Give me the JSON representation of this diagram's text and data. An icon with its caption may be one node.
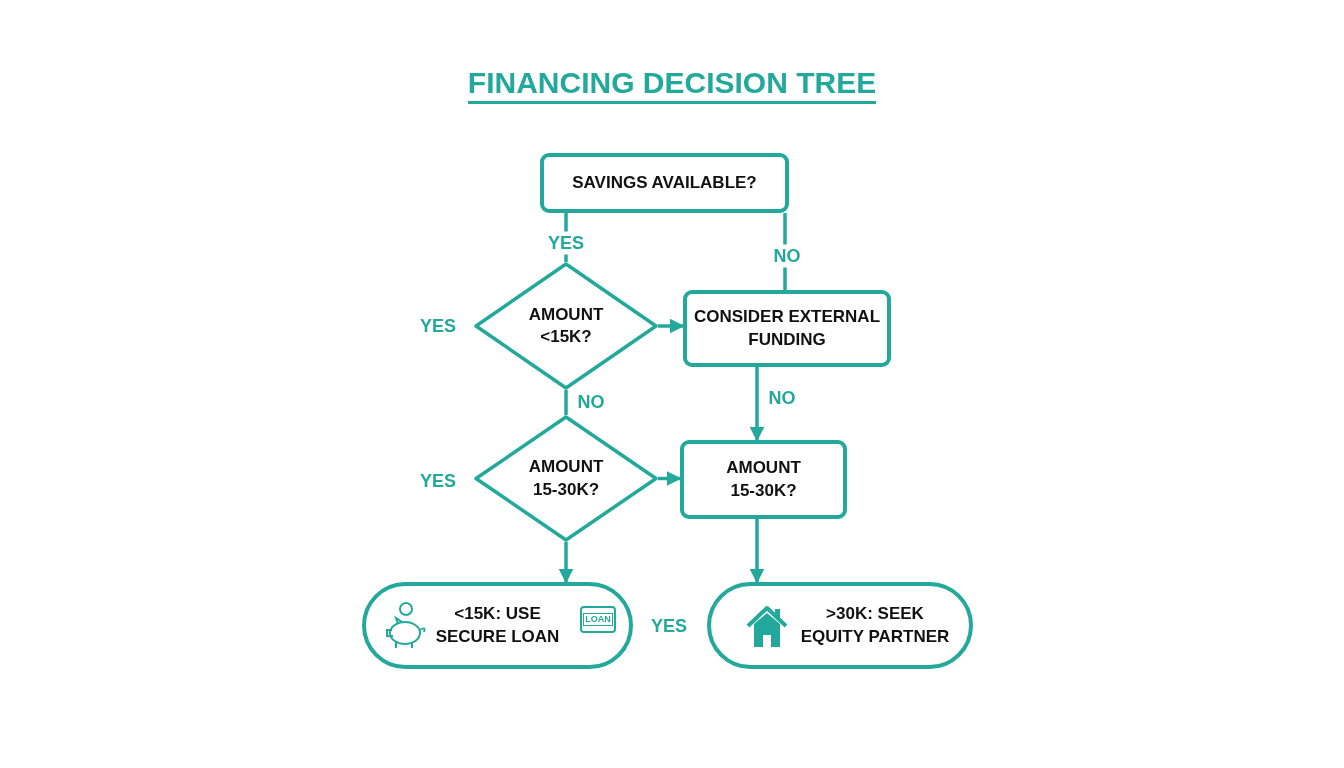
{
  "diagram": {
    "title": "FINANCING DECISION TREE",
    "nodes": [
      {
        "text": [
          "SAVINGS AVAILABLE?"
        ]
      },
      {
        "text": [
          "AMOUNT <15K?"
        ]
      },
      {
        "text": [
          "CONSIDER EXTERNAL FUNDING"
        ]
      },
      {
        "text": [
          "AMOUNT 15-30K?"
        ]
      },
      {
        "text": [
          "AMOUNT 15-30K?"
        ]
      },
      {
        "text": [
          "<15K: USE SECURE LOAN"
        ]
      },
      {
        "text": [
          ">30K: SEEK EQUITY PARTNER"
        ]
      }
    ],
    "edges": [
      {
        "from": 0,
        "to": 1,
        "arrow": "none",
        "label": "YES"
      },
      {
        "from": 0,
        "to": 2,
        "arrow": "none",
        "label": "NO"
      },
      {
        "from": 1,
        "to": 2,
        "arrow": "to"
      },
      {
        "from": 1,
        "to": 3,
        "arrow": "none",
        "label": "NO"
      },
      {
        "from": 2,
        "to": 4,
        "arrow": "to",
        "label": "NO"
      },
      {
        "from": 3,
        "to": 4,
        "arrow": "to"
      },
      {
        "from": 3,
        "to": 5,
        "arrow": "to"
      },
      {
        "from": 4,
        "to": 6,
        "arrow": "to"
      }
    ],
    "labels": [
      "YES",
      "YES",
      "LOAN",
      "YES"
    ]
  }
}
